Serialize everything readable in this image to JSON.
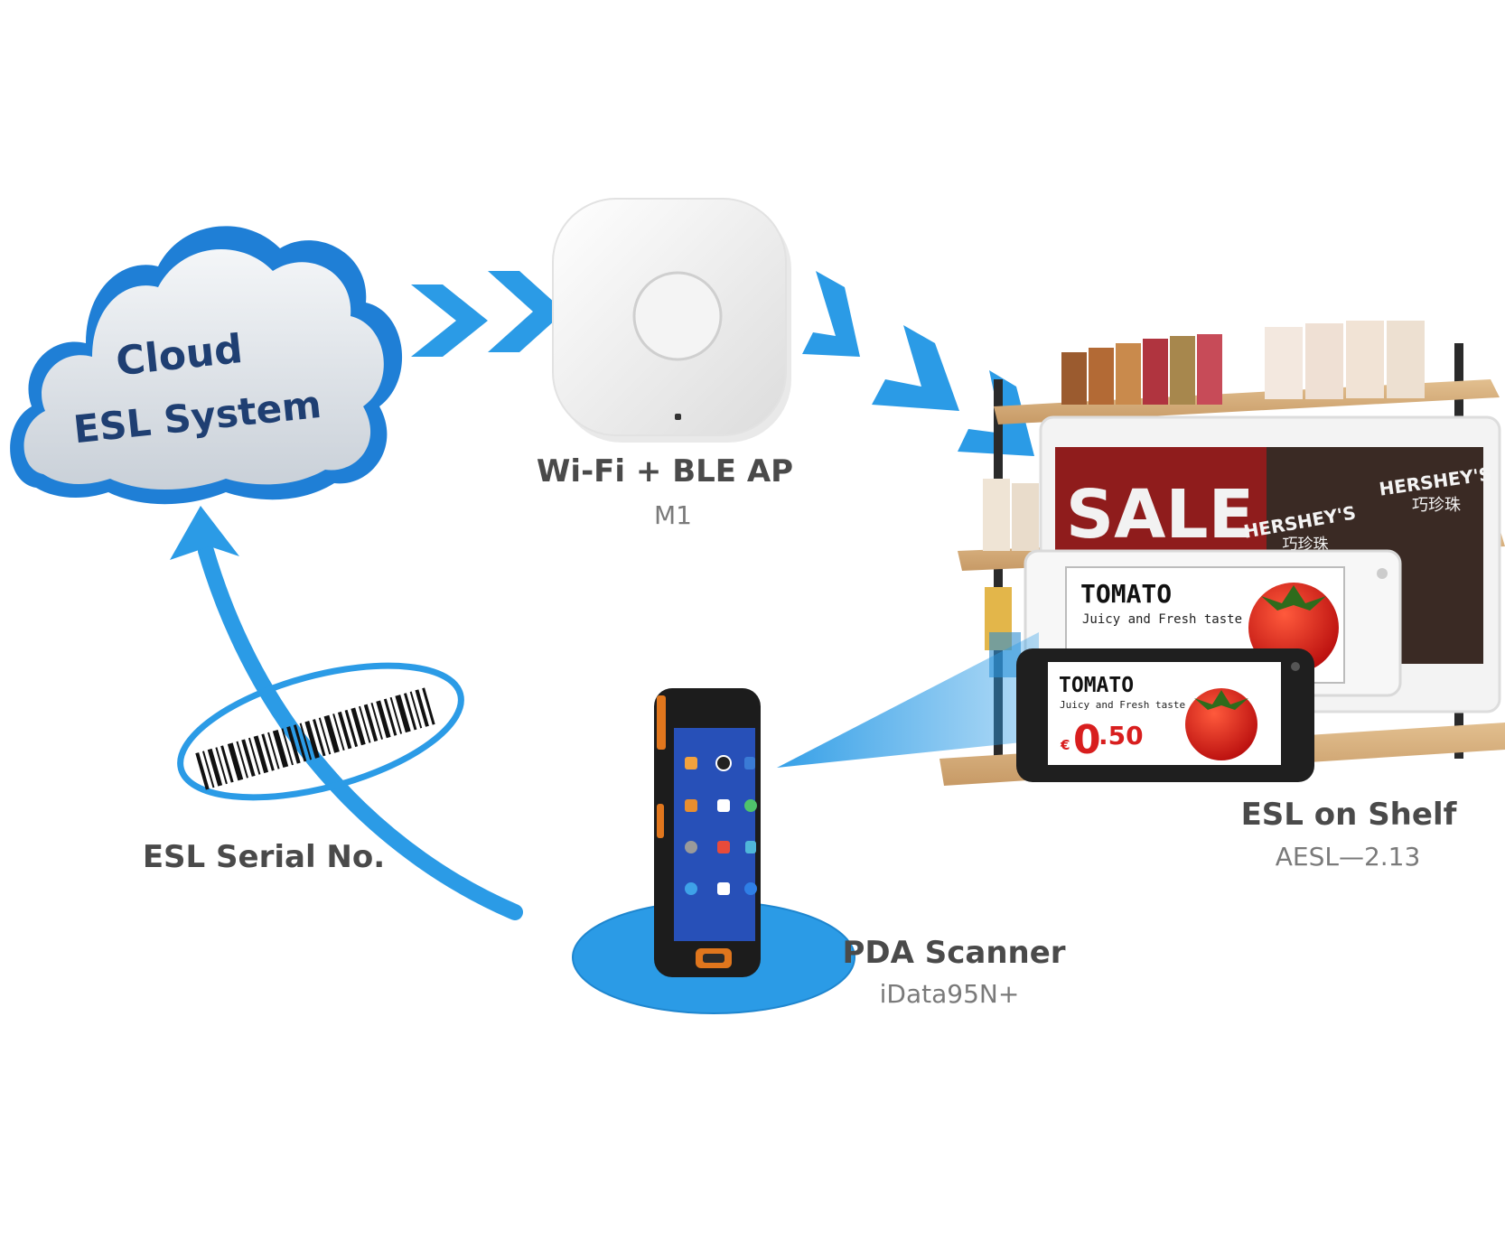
{
  "cloud": {
    "line1": "Cloud",
    "line2": "ESL System"
  },
  "ap": {
    "title": "Wi-Fi + BLE AP",
    "model": "M1"
  },
  "shelf": {
    "title": "ESL on Shelf",
    "model": "AESL—2.13"
  },
  "pda": {
    "title": "PDA Scanner",
    "model": "iData95N+"
  },
  "serial": {
    "label": "ESL Serial No."
  },
  "signage": {
    "sale": "SALE",
    "brand1": "HERSHEY'S",
    "brand2": "巧珍珠"
  },
  "label_large": {
    "product": "TOMATO",
    "tagline": "Juicy and Fresh taste"
  },
  "label_small": {
    "product": "TOMATO",
    "tagline": "Juicy and Fresh taste",
    "currency": "€",
    "price_main": "0",
    "price_dec": ".50"
  },
  "colors": {
    "accent": "#2b9be6",
    "cloud_text": "#1f3f72",
    "price_red": "#d81e1e",
    "sale_red": "#8f1c1c"
  }
}
